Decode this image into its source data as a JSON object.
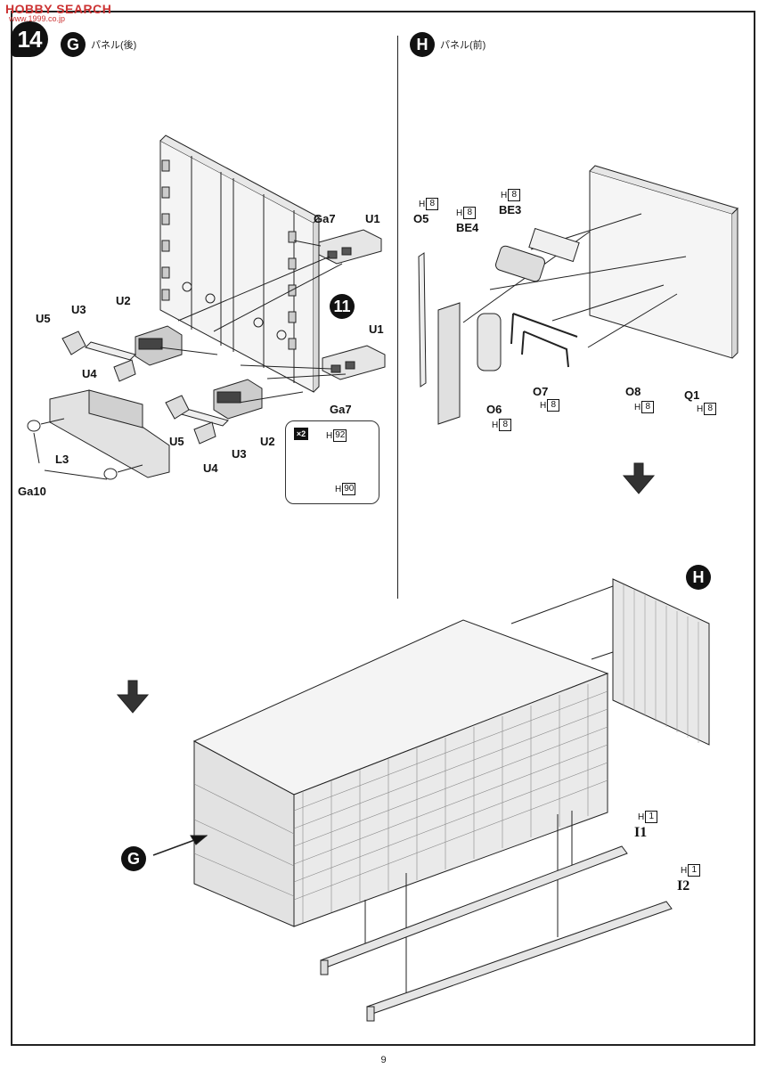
{
  "watermark": {
    "text": "HOBBY SEARCH",
    "subtext": "www.1999.co.jp"
  },
  "step": {
    "number": "14"
  },
  "panel_g": {
    "badge": "G",
    "title": "パネル(後)"
  },
  "panel_h": {
    "badge": "H",
    "title": "パネル(前)"
  },
  "ref_badge": "11",
  "rear_parts": {
    "ga7_top": "Ga7",
    "u1_top": "U1",
    "u5_left": "U5",
    "u3_left": "U3",
    "u2_left": "U2",
    "u4_left": "U4",
    "u1_right": "U1",
    "ga7_right": "Ga7",
    "u5_mid": "U5",
    "u3_mid": "U3",
    "u2_mid": "U2",
    "u4_mid": "U4",
    "l3": "L3",
    "ga10": "Ga10"
  },
  "inset": {
    "multiplier": "×2",
    "code_top": {
      "letter": "H",
      "num": "92"
    },
    "code_bottom": {
      "letter": "H",
      "num": "90"
    }
  },
  "front_parts": {
    "o5": {
      "name": "O5",
      "letter": "H",
      "num": "8"
    },
    "be4": {
      "name": "BE4",
      "letter": "H",
      "num": "8"
    },
    "be3": {
      "name": "BE3",
      "letter": "H",
      "num": "8"
    },
    "o6": {
      "name": "O6",
      "letter": "H",
      "num": "8"
    },
    "o7": {
      "name": "O7",
      "letter": "H",
      "num": "8"
    },
    "o8": {
      "name": "O8",
      "letter": "H",
      "num": "8"
    },
    "q1": {
      "name": "Q1",
      "letter": "H",
      "num": "8"
    }
  },
  "assembly": {
    "h_badge": "H",
    "g_badge": "G",
    "i1": {
      "name": "I1",
      "letter": "H",
      "num": "1"
    },
    "i2": {
      "name": "I2",
      "letter": "H",
      "num": "1"
    }
  },
  "page_number": "9"
}
